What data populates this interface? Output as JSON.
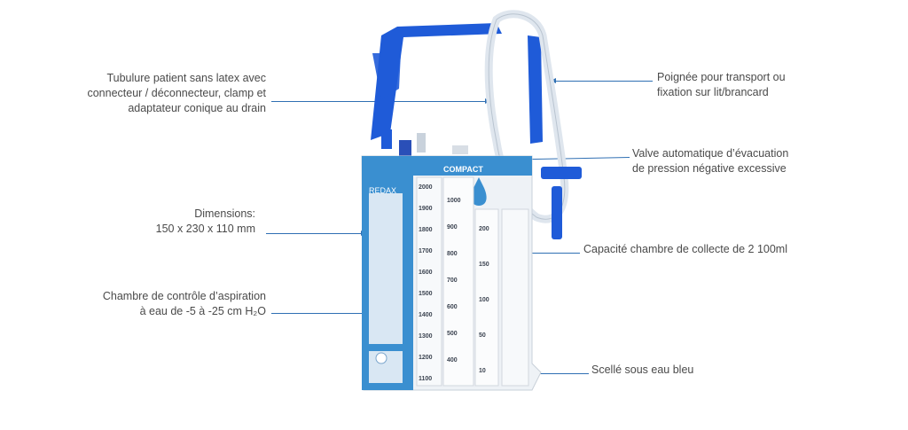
{
  "callouts": {
    "tubing": "Tubulure patient sans latex avec\nconnecteur / déconnecteur, clamp et\nadaptateur conique au drain",
    "handle": "Poignée pour transport ou\nfixation sur lit/brancard",
    "valve": "Valve automatique d’évacuation\nde pression négative excessive",
    "dimensions": "Dimensions:\n150 x 230 x 110 mm",
    "capacity": "Capacité chambre de collecte de 2 100ml",
    "suction_chamber": "Chambre de contrôle d’aspiration\nà eau de -5 à -25 cm H₂O",
    "water_seal": "Scellé sous eau bleu"
  },
  "device": {
    "brand": "REDAX",
    "model": "COMPACT",
    "scale_left": [
      "2000",
      "1900",
      "1800",
      "1700",
      "1600",
      "1500",
      "1400",
      "1300",
      "1200",
      "1100"
    ],
    "scale_mid": [
      "1000",
      "900",
      "800",
      "700",
      "600",
      "500",
      "400"
    ],
    "scale_right": [
      "200",
      "150",
      "100",
      "50",
      "10"
    ]
  },
  "colors": {
    "accent_blue": "#1f5bd8",
    "device_blue": "#3a8fd0",
    "leader_blue": "#2f6fb3",
    "label_gray": "#4a4a4a"
  }
}
